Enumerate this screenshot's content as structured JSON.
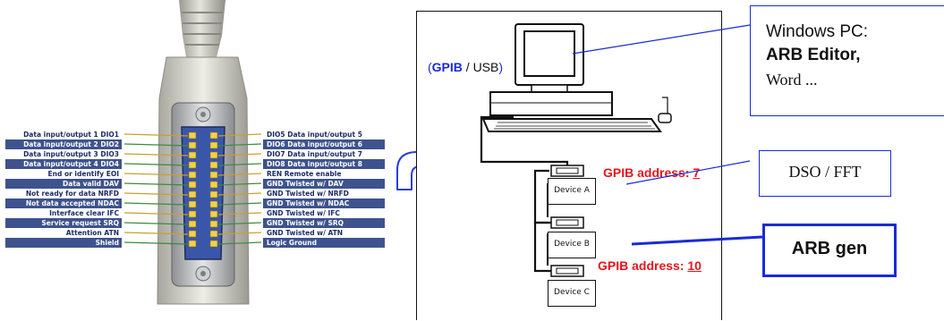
{
  "connector": {
    "left_labels": [
      {
        "text": "Data input/output 1   DIO1",
        "dark": false
      },
      {
        "text": "Data input/output 2   DIO2",
        "dark": true
      },
      {
        "text": "Data input/output 3   DIO3",
        "dark": false
      },
      {
        "text": "Data input/output 4   DIO4",
        "dark": true
      },
      {
        "text": "End or identify   EOI",
        "dark": false
      },
      {
        "text": "Data valid   DAV",
        "dark": true
      },
      {
        "text": "Not ready for data   NRFD",
        "dark": false
      },
      {
        "text": "Not data accepted  NDAC",
        "dark": true
      },
      {
        "text": "Interface clear   IFC",
        "dark": false
      },
      {
        "text": "Service request   SRQ",
        "dark": true
      },
      {
        "text": "Attention   ATN",
        "dark": false
      },
      {
        "text": "Shield",
        "dark": true
      }
    ],
    "right_labels": [
      {
        "text": "DIO5  Data input/output 5",
        "dark": false
      },
      {
        "text": "DIO6  Data input/output 6",
        "dark": true
      },
      {
        "text": "DIO7  Data input/output 7",
        "dark": false
      },
      {
        "text": "DIO8  Data input/output 8",
        "dark": true
      },
      {
        "text": "REN  Remote enable",
        "dark": false
      },
      {
        "text": "GND  Twisted w/ DAV",
        "dark": true
      },
      {
        "text": "GND  Twisted w/ NRFD",
        "dark": false
      },
      {
        "text": "GND  Twisted w/ NDAC",
        "dark": true
      },
      {
        "text": "GND  Twisted w/ IFC",
        "dark": false
      },
      {
        "text": "GND  Twisted w/ SRQ",
        "dark": true
      },
      {
        "text": "GND  Twisted w/ ATN",
        "dark": false
      },
      {
        "text": "Logic Ground",
        "dark": true
      }
    ]
  },
  "system": {
    "interface_open": "(",
    "interface_gpib": "GPIB",
    "interface_rest": " / USB",
    "interface_close": ")",
    "devices": [
      "Device A",
      "Device B",
      "Device C"
    ],
    "address_a_prefix": "GPIB address: ",
    "address_a_value": "7",
    "address_b_prefix": "GPIB address: ",
    "address_b_value": "10"
  },
  "callouts": {
    "pc_line1": "Windows PC:",
    "pc_line2": "ARB Editor,",
    "pc_line3": "Word ...",
    "dso": "DSO / FFT",
    "arb": "ARB gen"
  },
  "colors": {
    "accent_blue": "#1a2bd6",
    "address_red": "#e8141b",
    "label_dark": "#3e538d"
  }
}
